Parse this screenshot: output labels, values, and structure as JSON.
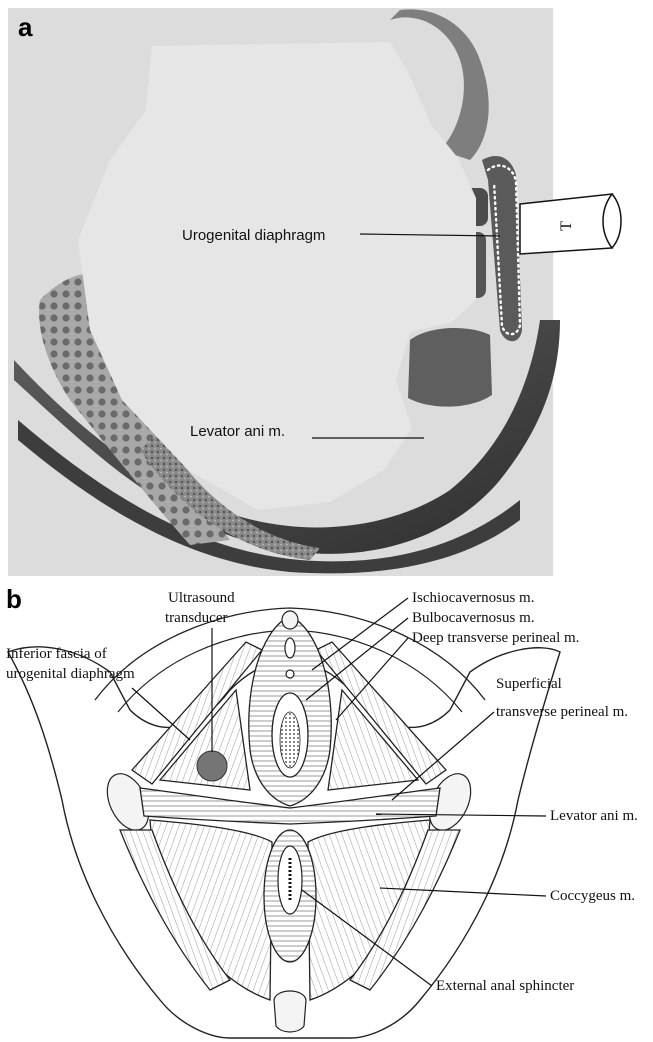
{
  "panel_a": {
    "letter": "a",
    "labels": {
      "urogenital_diaphragm": "Urogenital diaphragm",
      "levator_ani": "Levator ani m.",
      "transducer_mark": "T"
    }
  },
  "panel_b": {
    "letter": "b",
    "labels": {
      "ultrasound_line1": "Ultrasound",
      "ultrasound_line2": "transducer",
      "inferior_fascia_line1": "Inferior fascia of",
      "inferior_fascia_line2": "urogenital diaphragm",
      "ischiocavernosus": "Ischiocavernosus m.",
      "bulbocavernosus": "Bulbocavernosus m.",
      "deep_transverse": "Deep transverse perineal m.",
      "superficial_line1": "Superficial",
      "superficial_line2": "transverse perineal m.",
      "levator_ani": "Levator ani m.",
      "coccygeus": "Coccygeus m.",
      "external_anal_sphincter": "External anal sphincter"
    }
  }
}
